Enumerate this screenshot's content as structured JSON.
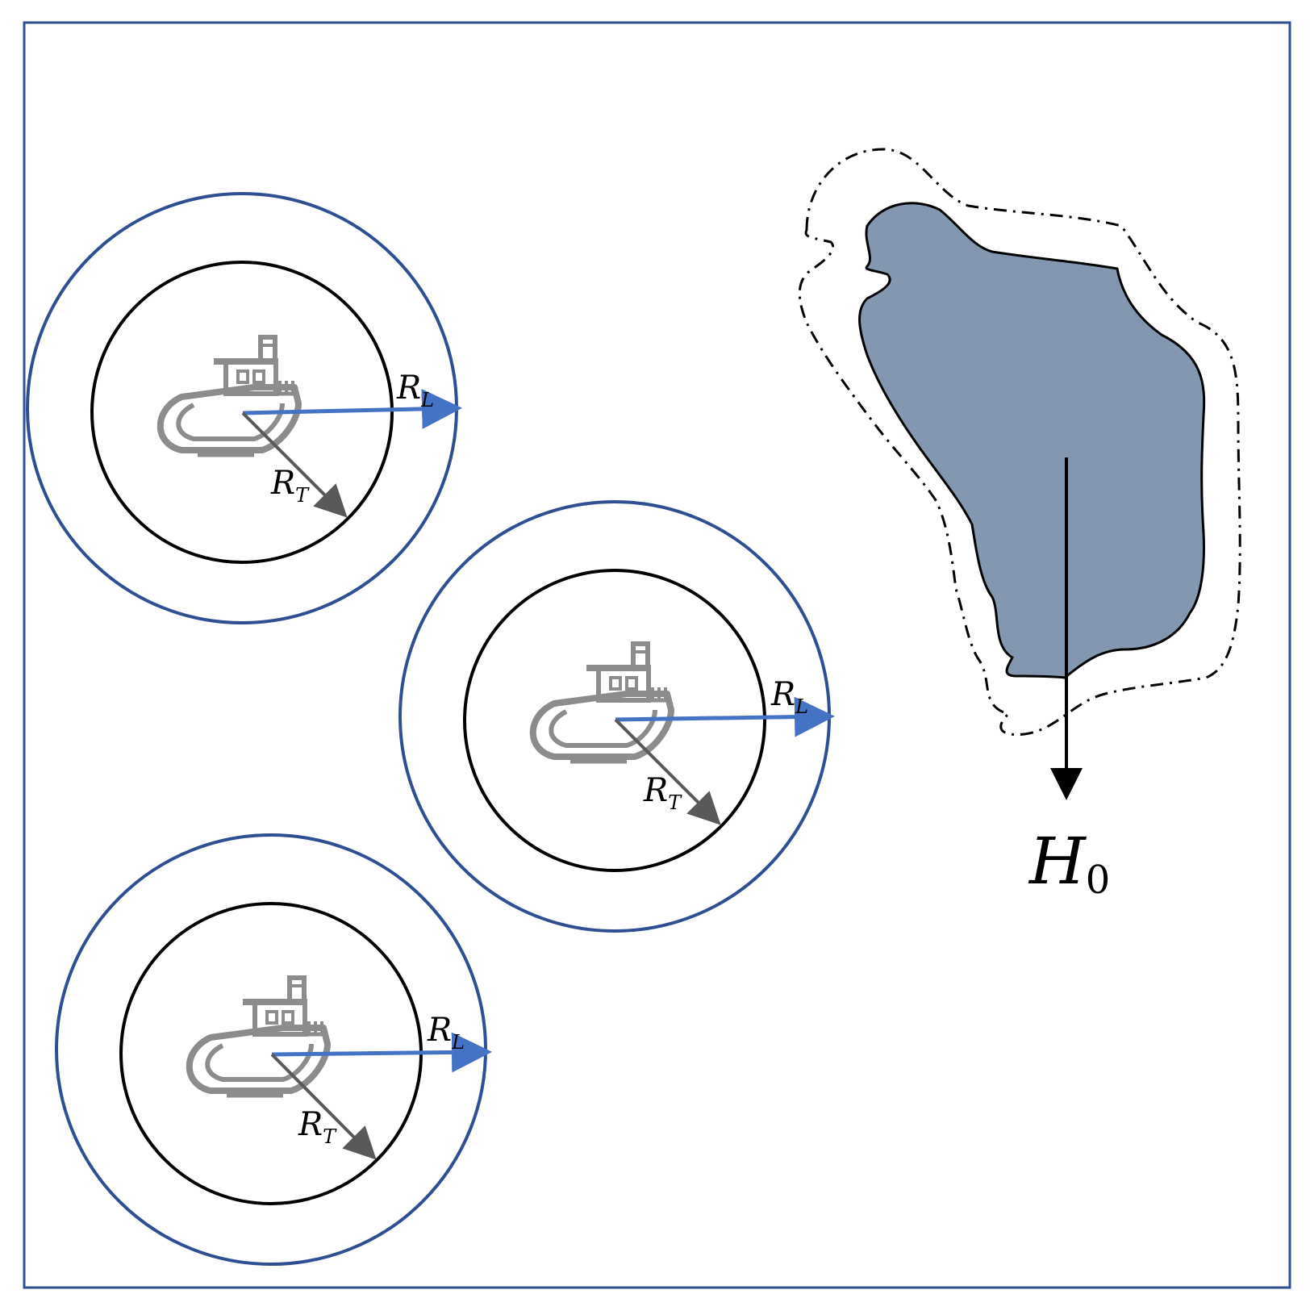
{
  "colors": {
    "frame": "#2f4f93",
    "outer_circle": "#2f4f93",
    "inner_circle": "#000000",
    "rl_arrow": "#4472c4",
    "rt_arrow": "#595959",
    "boat": "#8c8c8c",
    "island_fill": "#8497b0",
    "island_stroke": "#000000",
    "h0_arrow": "#000000"
  },
  "icons": {
    "boat": "tugboat-icon"
  },
  "labels": {
    "rl": {
      "main": "R",
      "sub": "L"
    },
    "rt": {
      "main": "R",
      "sub": "T"
    },
    "h0": {
      "main": "H",
      "sub": "0"
    }
  },
  "vessels": [
    {
      "id": "vessel-1"
    },
    {
      "id": "vessel-2"
    },
    {
      "id": "vessel-3"
    }
  ]
}
